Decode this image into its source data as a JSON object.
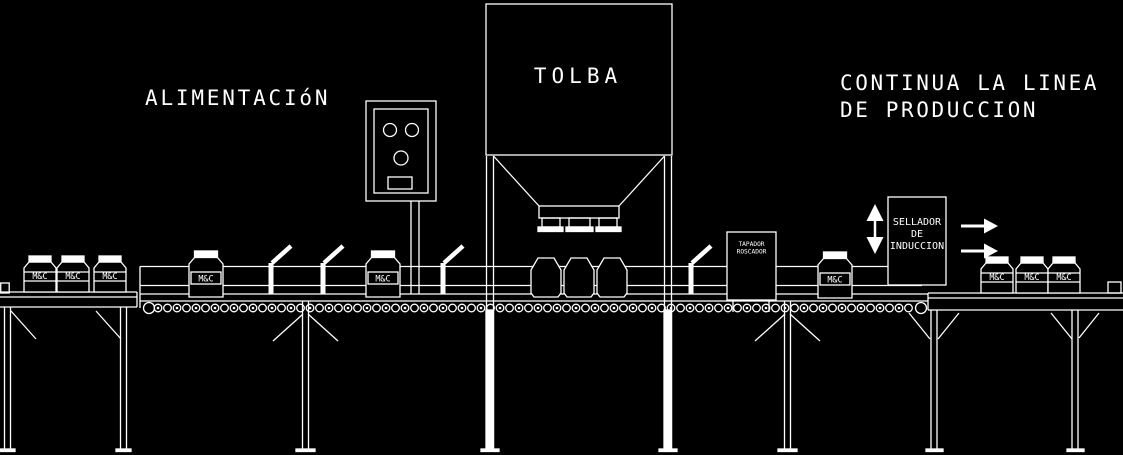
{
  "labels": {
    "feed_zone": "ALIMENTACIóN",
    "hopper": "TOLBA",
    "continuation_line1": "CONTINUA LA LINEA",
    "continuation_line2": "DE PRODUCCION",
    "capper_line1": "TAPADOR",
    "capper_line2": "ROSCADOR",
    "sealer_line1": "SELLADOR",
    "sealer_line2": "DE",
    "sealer_line3": "INDUCCION",
    "bottle": "M&C"
  },
  "colors": {
    "background": "#000000",
    "line": "#ffffff"
  }
}
